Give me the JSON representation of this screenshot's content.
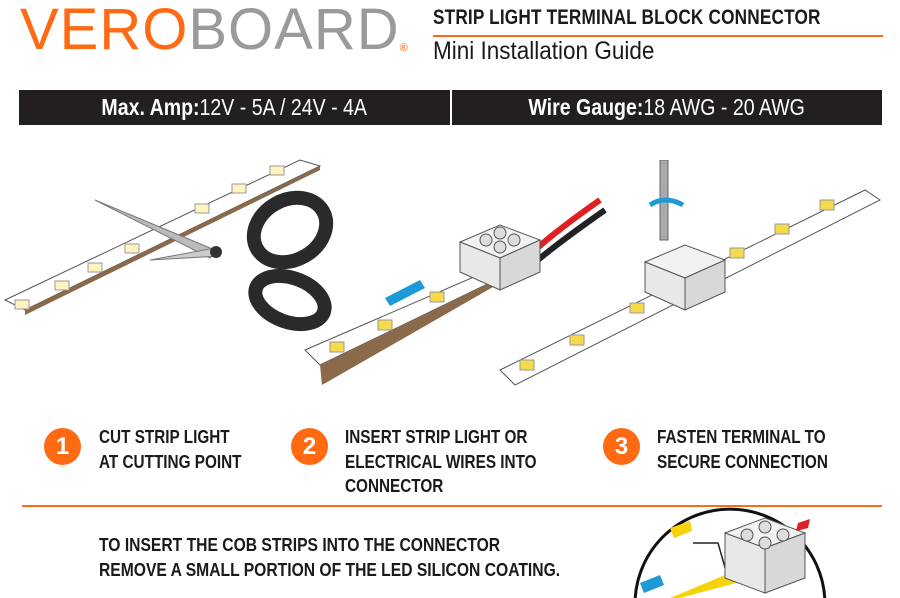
{
  "brand": {
    "part1": "VERO",
    "part2": "BOARD",
    "mark": "®"
  },
  "header": {
    "title": "STRIP LIGHT TERMINAL BLOCK CONNECTOR",
    "subtitle": "Mini Installation Guide"
  },
  "specs": [
    {
      "label": "Max. Amp:",
      "value": " 12V - 5A / 24V - 4A"
    },
    {
      "label": "Wire Gauge:",
      "value": " 18 AWG - 20 AWG"
    }
  ],
  "steps": [
    {
      "number": "1",
      "lines": [
        "CUT STRIP LIGHT",
        "AT CUTTING POINT"
      ]
    },
    {
      "number": "2",
      "lines": [
        "INSERT STRIP LIGHT OR",
        "ELECTRICAL WIRES INTO",
        "CONNECTOR"
      ]
    },
    {
      "number": "3",
      "lines": [
        "FASTEN TERMINAL TO",
        "SECURE CONNECTION"
      ]
    }
  ],
  "note": {
    "lines": [
      "TO INSERT THE COB STRIPS INTO THE CONNECTOR",
      "REMOVE A SMALL PORTION OF THE LED SILICON COATING."
    ]
  },
  "colors": {
    "accent": "#ff6a13",
    "bar": "#231f20",
    "arrow": "#1e9ad6",
    "wire_red": "#e02020",
    "cob": "#f5d20a"
  }
}
